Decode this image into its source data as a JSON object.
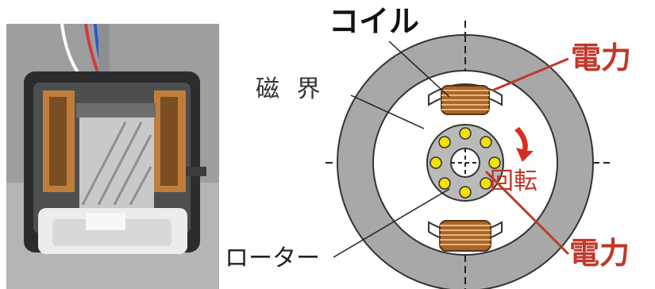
{
  "labels": {
    "coil": "コイル",
    "magnetic_field": "磁 界",
    "rotor": "ローター",
    "power_top": "電力",
    "power_bottom": "電力",
    "rotation": "回転"
  },
  "colors": {
    "stator_ring": "#a7a7a7",
    "rotor_disc": "#b9b9b9",
    "rotor_pin": "#f2e200",
    "coil": "#b3702f",
    "accent_red": "#c0392b"
  },
  "icons": {
    "rotation_arrow": "curved-arrow-icon"
  }
}
